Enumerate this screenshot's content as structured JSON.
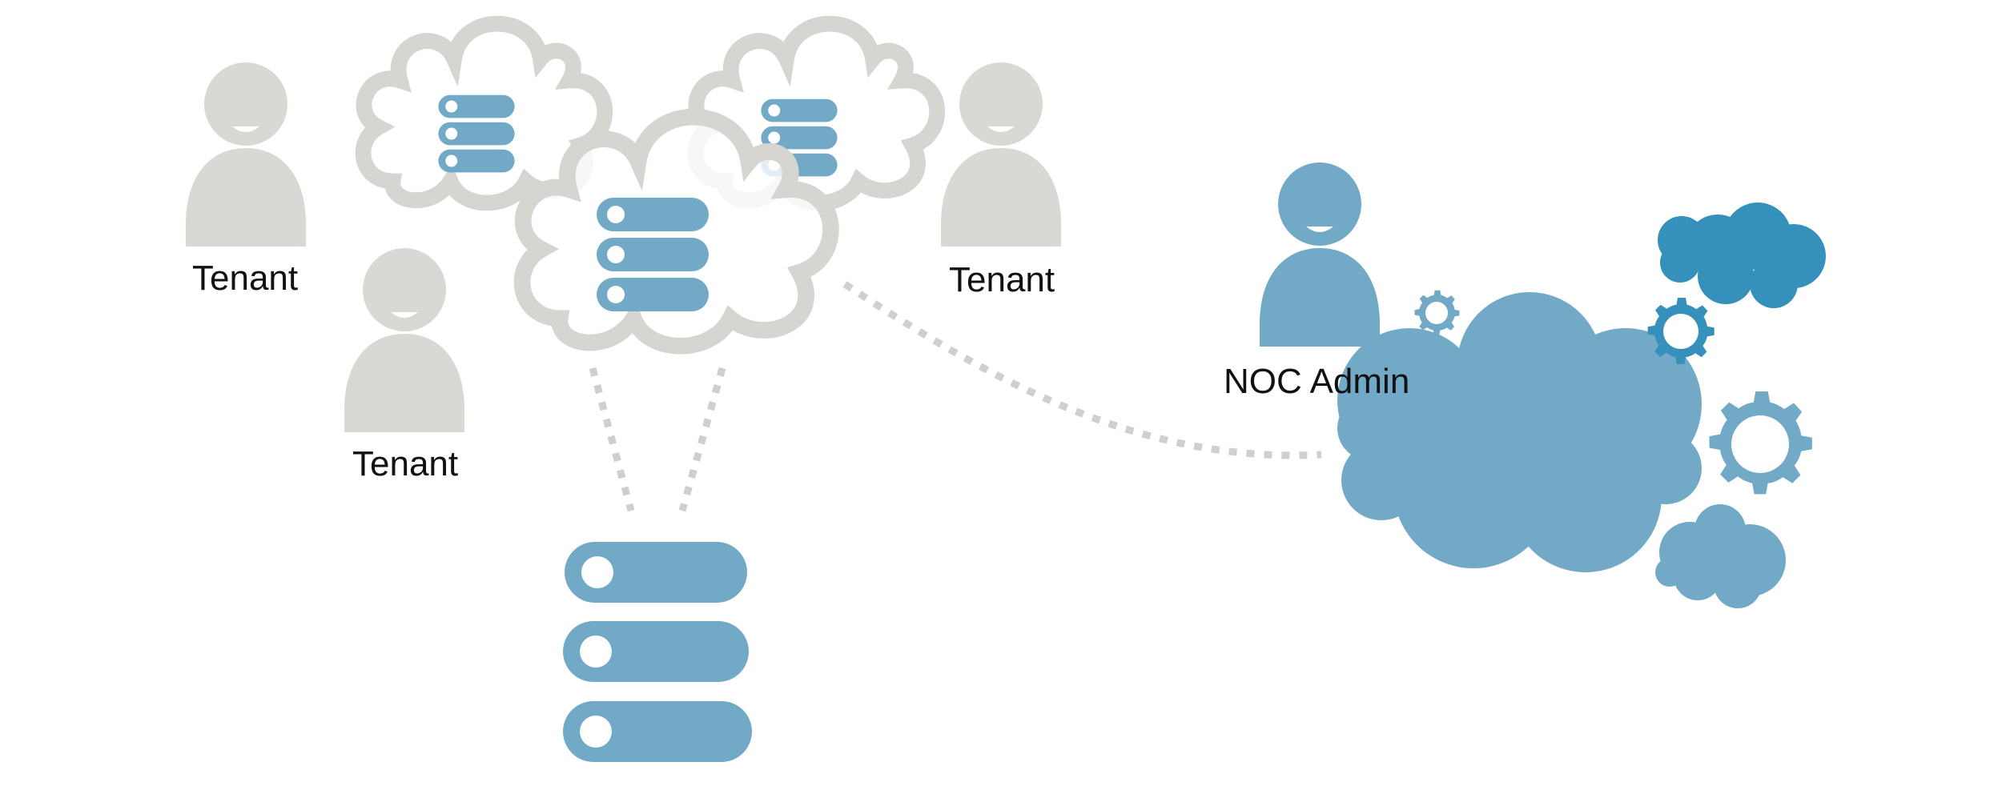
{
  "labels": {
    "tenant_top_left": "Tenant",
    "tenant_bottom_left": "Tenant",
    "tenant_right": "Tenant",
    "noc_admin": "NOC Admin"
  },
  "icons": {
    "person": "person-icon",
    "cloud": "cloud-icon",
    "server": "server-stack-icon",
    "gear": "gear-icon"
  },
  "colors": {
    "tenant_gray": "#d9d8d5",
    "cloud_outline_gray": "#d6d5d2",
    "server_blue": "#72a9c7",
    "noc_blue": "#72a9c7",
    "accent_blue": "#3590bc",
    "connector_gray": "#cfcfcf",
    "background": "#ffffff"
  }
}
